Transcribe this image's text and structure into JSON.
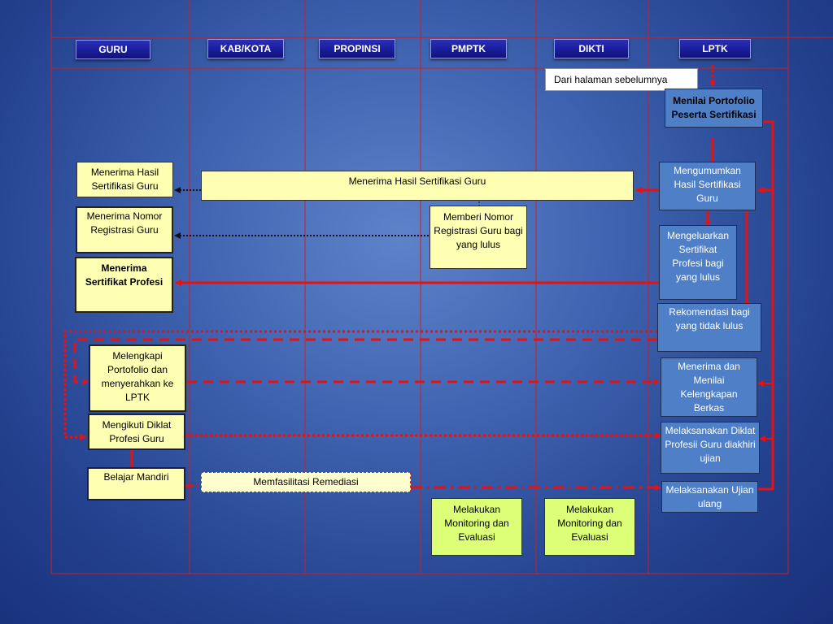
{
  "columns": [
    "GURU",
    "KAB/KOTA",
    "PROPINSI",
    "PMPTK",
    "DIKTI",
    "LPTK"
  ],
  "boxes": {
    "dari_halaman": "Dari halaman sebelumnya",
    "menilai_portofolio": "Menilai Portofolio Peserta Sertifikasi",
    "mengumumkan_hasil": "Mengumumkan Hasil Sertifikasi Guru",
    "menerima_hasil_bar": "Menerima Hasil Sertifikasi Guru",
    "menerima_hasil_guru": "Menerima Hasil Sertifikasi Guru",
    "menerima_nomor": "Menerima Nomor Registrasi Guru",
    "memberi_nomor": "Memberi Nomor Registrasi Guru bagi yang lulus",
    "menerima_sertifikat": "Menerima Sertifikat Profesi",
    "mengeluarkan_sertifikat": "Mengeluarkan Sertifikat Profesi bagi yang lulus",
    "rekomendasi": "Rekomendasi bagi yang tidak lulus",
    "melengkapi_portofolio": "Melengkapi Portofolio dan menyerahkan ke LPTK",
    "menerima_menilai": "Menerima dan Menilai Kelengkapan Berkas",
    "mengikuti_diklat": "Mengikuti Diklat Profesi Guru",
    "melaksanakan_diklat": "Melaksanakan Diklat Profesii Guru diakhiri ujian",
    "belajar_mandiri": "Belajar Mandiri",
    "memfasilitasi": "Memfasilitasi Remediasi",
    "melaksanakan_ujian": "Melaksanakan Ujian ulang",
    "monitoring_pmptk": "Melakukan Monitoring dan Evaluasi",
    "monitoring_dikti": "Melakukan Monitoring dan Evaluasi"
  },
  "colors": {
    "grid_line": "#cc2020",
    "arrow_red": "#e81010",
    "arrow_black": "#111111"
  }
}
